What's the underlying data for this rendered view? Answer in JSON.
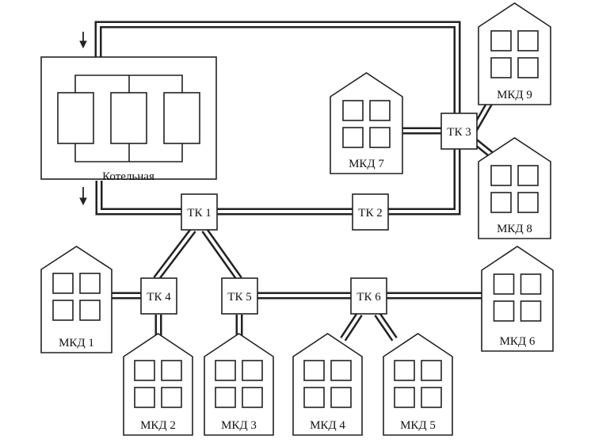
{
  "boiler": {
    "label": "Котельная"
  },
  "nodes": [
    {
      "id": "tk1",
      "label": "ТК 1"
    },
    {
      "id": "tk2",
      "label": "ТК 2"
    },
    {
      "id": "tk3",
      "label": "ТК 3"
    },
    {
      "id": "tk4",
      "label": "ТК 4"
    },
    {
      "id": "tk5",
      "label": "ТК 5"
    },
    {
      "id": "tk6",
      "label": "ТК 6"
    }
  ],
  "buildings": [
    {
      "id": "mkd1",
      "label": "МКД 1"
    },
    {
      "id": "mkd2",
      "label": "МКД 2"
    },
    {
      "id": "mkd3",
      "label": "МКД 3"
    },
    {
      "id": "mkd4",
      "label": "МКД 4"
    },
    {
      "id": "mkd5",
      "label": "МКД 5"
    },
    {
      "id": "mkd6",
      "label": "МКД 6"
    },
    {
      "id": "mkd7",
      "label": "МКД 7"
    },
    {
      "id": "mkd8",
      "label": "МКД 8"
    },
    {
      "id": "mkd9",
      "label": "МКД 9"
    }
  ],
  "colors": {
    "line": "#222222",
    "background": "#ffffff"
  }
}
